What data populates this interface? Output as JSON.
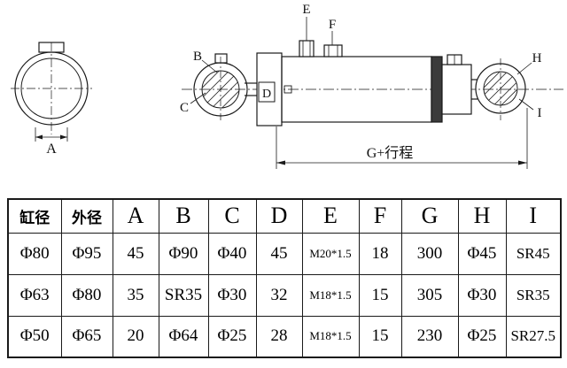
{
  "drawing": {
    "labels": {
      "a": "A",
      "b": "B",
      "c": "C",
      "d": "D",
      "e": "E",
      "f": "F",
      "g_dim": "G+行程",
      "h": "H",
      "i": "I"
    }
  },
  "table": {
    "headers": [
      "缸径",
      "外径",
      "A",
      "B",
      "C",
      "D",
      "E",
      "F",
      "G",
      "H",
      "I"
    ],
    "rows": [
      [
        "Φ80",
        "Φ95",
        "45",
        "Φ90",
        "Φ40",
        "45",
        "M20*1.5",
        "18",
        "300",
        "Φ45",
        "SR45"
      ],
      [
        "Φ63",
        "Φ80",
        "35",
        "SR35",
        "Φ30",
        "32",
        "M18*1.5",
        "15",
        "305",
        "Φ30",
        "SR35"
      ],
      [
        "Φ50",
        "Φ65",
        "20",
        "Φ64",
        "Φ25",
        "28",
        "M18*1.5",
        "15",
        "230",
        "Φ25",
        "SR27.5"
      ]
    ]
  }
}
